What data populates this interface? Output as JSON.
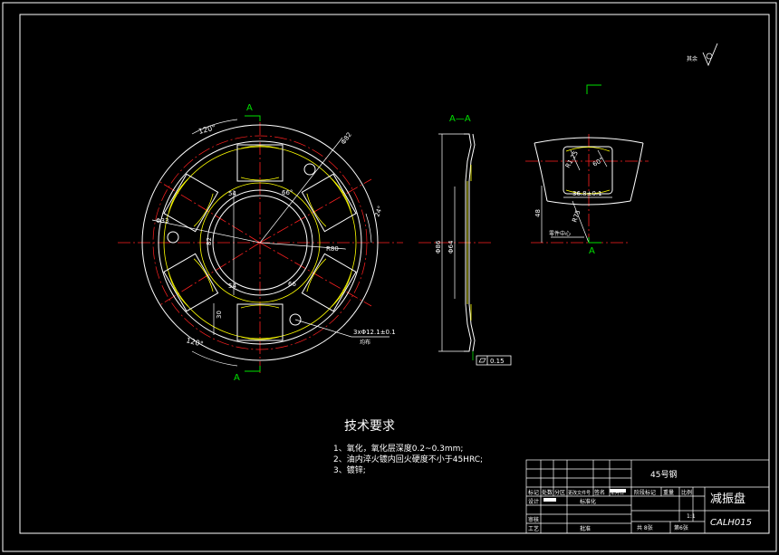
{
  "section_labels": {
    "cut_top": "A",
    "cut_bottom": "A",
    "section_title": "A—A",
    "detail_cut": "A"
  },
  "main_view_dims": {
    "angle_120_top": "120°",
    "angle_120_bottom": "120°",
    "dia_82": "Φ82",
    "dia_33": "Φ33",
    "angle_24": "24°",
    "dim_54_top": "54",
    "dim_66_top": "66°",
    "dim_54_bottom": "54",
    "dim_66_bottom": "66",
    "dim_82": "82",
    "dim_3x": "3xΦ12.1±0.1",
    "dim_3x_sub": "均布",
    "dim_r": "R80",
    "dim_left": "30"
  },
  "section_dims": {
    "dia_big": "Φ86",
    "dia_small": "Φ64",
    "flatness_value": "0.15"
  },
  "detail_dims": {
    "r_left": "R1.25",
    "angle": "60°",
    "width": "36.8±0.1",
    "height": "48",
    "r_bottom": "R75",
    "center_label": "零件中心"
  },
  "roughness": {
    "label": "其余"
  },
  "tech_notes": {
    "title": "技术要求",
    "items": [
      "1、氧化，氧化层深度0.2~0.3mm;",
      "2、油内淬火镀内回火硬度不小于45HRC;",
      "3、镀锌;"
    ]
  },
  "title_block": {
    "material": "45号钢",
    "part_name": "减振盘",
    "drawing_no": "CALH015",
    "scale": "1:1",
    "sheet_total": "共 8张",
    "sheet_no": "第6张",
    "hdr_stage": "阶段标记",
    "hdr_weight": "重量",
    "hdr_scale": "比例",
    "rev_row": [
      "标记",
      "处数",
      "分区",
      "更改文件号",
      "签名",
      "年月日"
    ],
    "design": "设计",
    "standardize": "标准化",
    "review": "审核",
    "craft": "工艺",
    "approve": "批准"
  },
  "colors": {
    "border": "#ffffff",
    "outline": "#ffffff",
    "yellow": "#ffff00",
    "center": "#ff2020",
    "green": "#00e000",
    "dimension": "#ffffff"
  }
}
